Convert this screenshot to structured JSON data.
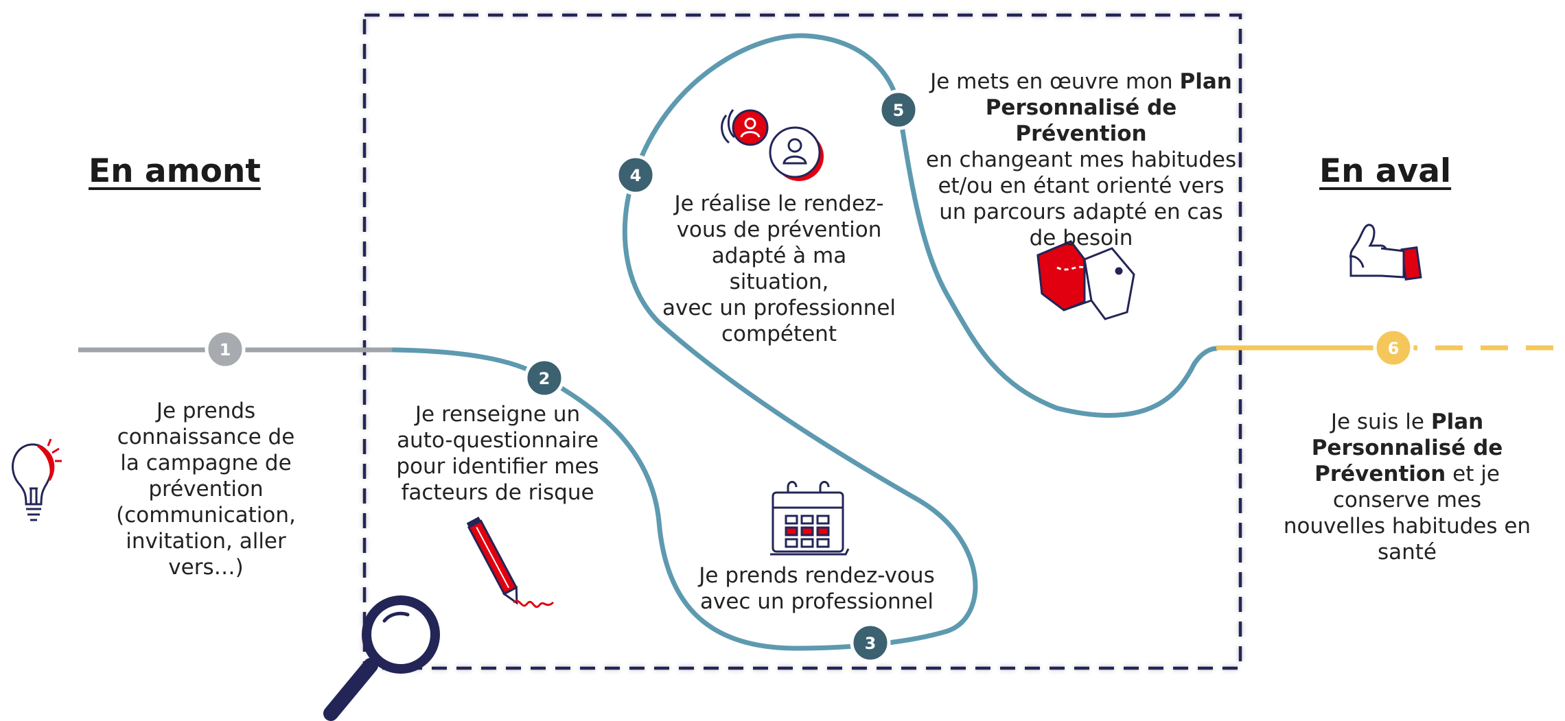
{
  "headings": {
    "upstream": "En amont",
    "downstream": "En aval"
  },
  "steps": [
    {
      "number": "1",
      "lines": [
        {
          "parts": [
            {
              "t": "Je prends"
            }
          ]
        },
        {
          "parts": [
            {
              "t": "connaissance de"
            }
          ]
        },
        {
          "parts": [
            {
              "t": "la campagne de"
            }
          ]
        },
        {
          "parts": [
            {
              "t": "prévention"
            }
          ]
        },
        {
          "parts": [
            {
              "t": "(communication,"
            }
          ]
        },
        {
          "parts": [
            {
              "t": "invitation, aller"
            }
          ]
        },
        {
          "parts": [
            {
              "t": "vers…)"
            }
          ]
        }
      ]
    },
    {
      "number": "2",
      "lines": [
        {
          "parts": [
            {
              "t": "Je renseigne un"
            }
          ]
        },
        {
          "parts": [
            {
              "t": "auto-questionnaire"
            }
          ]
        },
        {
          "parts": [
            {
              "t": "pour identifier mes"
            }
          ]
        },
        {
          "parts": [
            {
              "t": "facteurs de risque"
            }
          ]
        }
      ]
    },
    {
      "number": "3",
      "lines": [
        {
          "parts": [
            {
              "t": "Je prends rendez-vous"
            }
          ]
        },
        {
          "parts": [
            {
              "t": "avec un professionnel"
            }
          ]
        }
      ]
    },
    {
      "number": "4",
      "lines": [
        {
          "parts": [
            {
              "t": "Je réalise le rendez-"
            }
          ]
        },
        {
          "parts": [
            {
              "t": "vous de prévention"
            }
          ]
        },
        {
          "parts": [
            {
              "t": "adapté à ma situation,"
            }
          ]
        },
        {
          "parts": [
            {
              "t": "avec un professionnel"
            }
          ]
        },
        {
          "parts": [
            {
              "t": "compétent"
            }
          ]
        }
      ]
    },
    {
      "number": "5",
      "lines": [
        {
          "parts": [
            {
              "t": "Je mets en œuvre mon "
            },
            {
              "t": "Plan",
              "b": true
            }
          ]
        },
        {
          "parts": [
            {
              "t": "Personnalisé de Prévention",
              "b": true
            }
          ]
        },
        {
          "parts": [
            {
              "t": "en changeant mes habitudes"
            }
          ]
        },
        {
          "parts": [
            {
              "t": "et/ou en étant orienté vers"
            }
          ]
        },
        {
          "parts": [
            {
              "t": "un parcours adapté en cas"
            }
          ]
        },
        {
          "parts": [
            {
              "t": "de besoin"
            }
          ]
        }
      ]
    },
    {
      "number": "6",
      "lines": [
        {
          "parts": [
            {
              "t": "Je suis le "
            },
            {
              "t": "Plan",
              "b": true
            }
          ]
        },
        {
          "parts": [
            {
              "t": "Personnalisé de",
              "b": true
            }
          ]
        },
        {
          "parts": [
            {
              "t": "Prévention",
              "b": true
            },
            {
              "t": " et je"
            }
          ]
        },
        {
          "parts": [
            {
              "t": "conserve mes"
            }
          ]
        },
        {
          "parts": [
            {
              "t": "nouvelles habitudes en"
            }
          ]
        },
        {
          "parts": [
            {
              "t": "santé"
            }
          ]
        }
      ]
    }
  ],
  "icons": [
    "lightbulb-icon",
    "pencil-icon",
    "calendar-icon",
    "people-talking-icon",
    "map-icon",
    "thumbs-up-icon",
    "magnifier-icon"
  ],
  "colors": {
    "upstream_line": "#a0a4a8",
    "path_line": "#5d9ab0",
    "downstream_line": "#f5c75a",
    "badge_dark": "#3c6170",
    "badge_grey": "#a7abaf",
    "badge_yellow": "#f5c75a",
    "frame": "#232557",
    "accent_red": "#e1000f",
    "icon_navy": "#232557"
  }
}
